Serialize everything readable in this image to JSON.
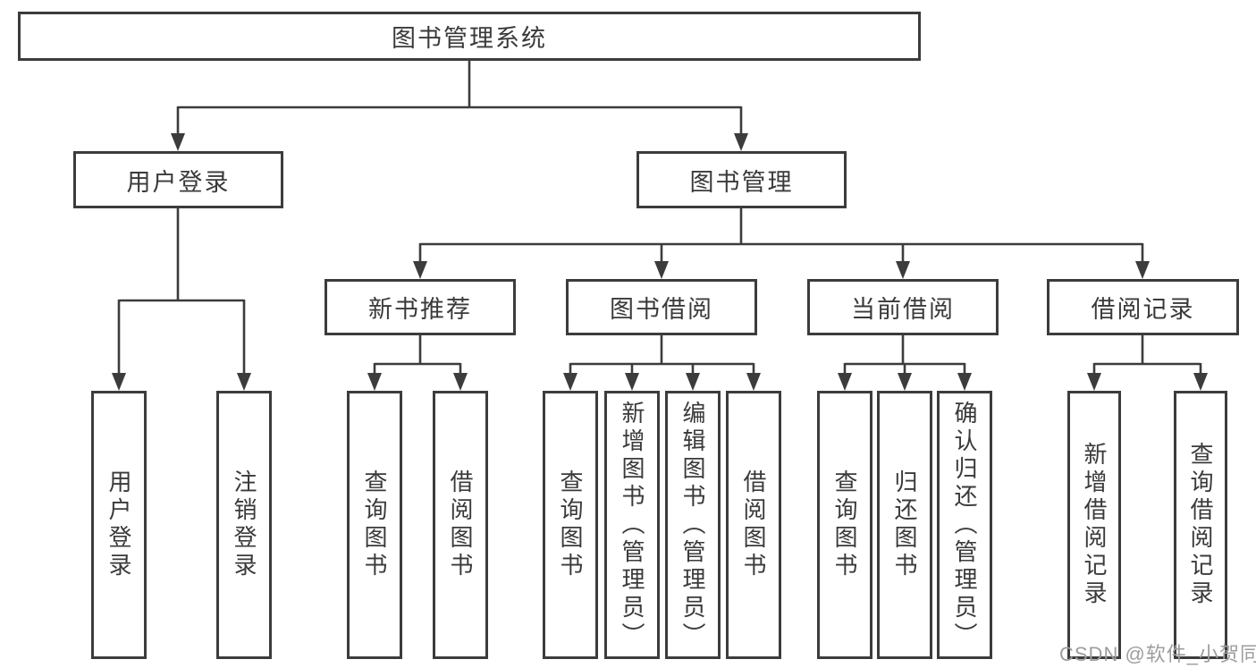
{
  "colors": {
    "line": "#3c3c3c",
    "text": "#3a3a3a",
    "watermark": "#9d9d9d",
    "background": "#ffffff"
  },
  "watermark": "CSDN @软件_小贺同学",
  "tree": {
    "root": {
      "label": "图书管理系统"
    },
    "branches": [
      {
        "label": "用户登录",
        "children": [
          {
            "label": "用户登录"
          },
          {
            "label": "注销登录"
          }
        ]
      },
      {
        "label": "图书管理",
        "children": [
          {
            "label": "新书推荐",
            "children": [
              {
                "label": "查询图书"
              },
              {
                "label": "借阅图书"
              }
            ]
          },
          {
            "label": "图书借阅",
            "children": [
              {
                "label": "查询图书"
              },
              {
                "label": "新增图书（管理员）"
              },
              {
                "label": "编辑图书（管理员）"
              },
              {
                "label": "借阅图书"
              }
            ]
          },
          {
            "label": "当前借阅",
            "children": [
              {
                "label": "查询图书"
              },
              {
                "label": "归还图书"
              },
              {
                "label": "确认归还（管理员）"
              }
            ]
          },
          {
            "label": "借阅记录",
            "children": [
              {
                "label": "新增借阅记录"
              },
              {
                "label": "查询借阅记录"
              }
            ]
          }
        ]
      }
    ]
  }
}
